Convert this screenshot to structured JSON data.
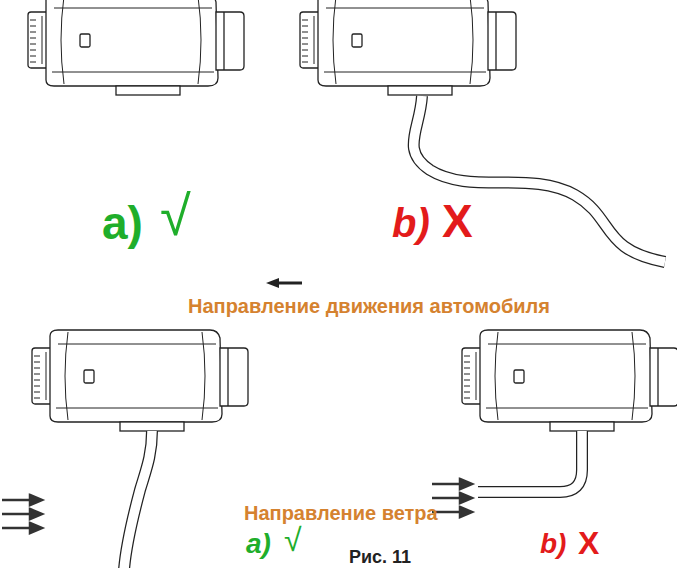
{
  "diagram": {
    "caption": "Рис. 11",
    "labels": [
      "a)",
      "√",
      "b)",
      "X",
      "Направление движения автомобиля",
      "Направление ветра",
      "a)",
      "√",
      "b)",
      "X"
    ]
  }
}
